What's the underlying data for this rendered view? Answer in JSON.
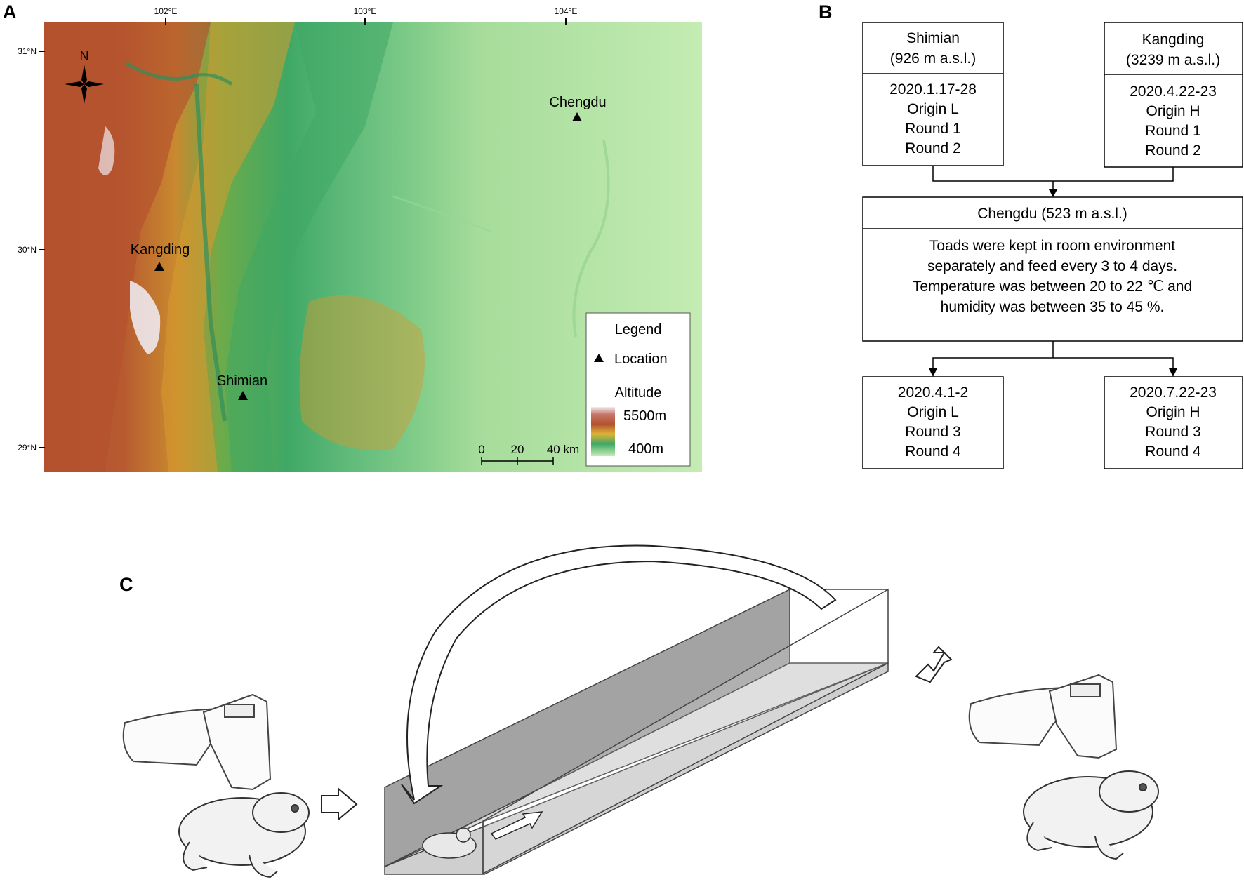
{
  "panels": {
    "a": "A",
    "b": "B",
    "c": "C"
  },
  "map": {
    "lon_ticks": [
      "102°E",
      "103°E",
      "104°E"
    ],
    "lat_ticks": [
      "31°N",
      "30°N",
      "29°N"
    ],
    "north_label": "N",
    "locations": [
      {
        "name": "Chengdu"
      },
      {
        "name": "Kangding"
      },
      {
        "name": "Shimian"
      }
    ],
    "legend": {
      "title": "Legend",
      "location_label": "Location",
      "altitude_title": "Altitude",
      "altitude_max": "5500m",
      "altitude_min": "400m"
    },
    "scale_bar": {
      "labels": [
        "0",
        "20",
        "40 km"
      ]
    },
    "colors": {
      "lowland": "#b5e3a5",
      "mid": "#3fa865",
      "yellow": "#e3b83a",
      "brown": "#b3522e",
      "snow": "#eee8ee"
    }
  },
  "flow": {
    "shimian": {
      "title": "Shimian",
      "alt": "(926 m a.s.l.)",
      "lines": [
        "2020.1.17-28",
        "Origin L",
        "Round 1",
        "Round 2"
      ]
    },
    "kangding": {
      "title": "Kangding",
      "alt": "(3239 m a.s.l.)",
      "lines": [
        "2020.4.22-23",
        "Origin H",
        "Round 1",
        "Round 2"
      ]
    },
    "chengdu": {
      "title": "Chengdu (523 m a.s.l.)",
      "lines": [
        "Toads were kept in room environment",
        "separately and feed every 3 to 4 days.",
        "Temperature was between 20 to 22 ℃ and",
        "humidity was between 35 to 45 %."
      ]
    },
    "low_out": {
      "lines": [
        "2020.4.1-2",
        "Origin L",
        "Round 3",
        "Round 4"
      ]
    },
    "high_out": {
      "lines": [
        "2020.7.22-23",
        "Origin H",
        "Round 3",
        "Round 4"
      ]
    }
  }
}
